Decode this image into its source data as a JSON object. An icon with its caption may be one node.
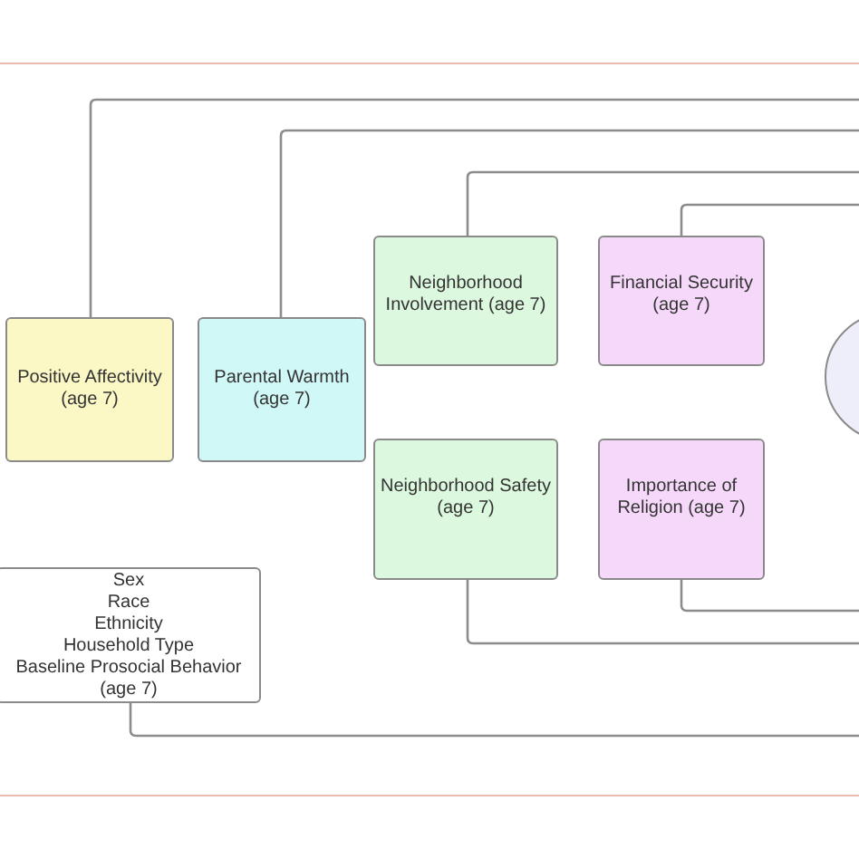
{
  "diagram": {
    "nodes": [
      {
        "text": [
          "Positive Affectivity (age 7)"
        ]
      },
      {
        "text": [
          "Parental Warmth (age 7)"
        ]
      },
      {
        "text": [
          "Neighborhood Involvement (age 7)"
        ]
      },
      {
        "text": [
          "Financial Security (age 7)"
        ]
      },
      {
        "text": [
          "Neighborhood Safety (age 7)"
        ]
      },
      {
        "text": [
          "Importance of Religion (age 7)"
        ]
      },
      {
        "text": [
          "Sex",
          "Race",
          "Ethnicity",
          "Household Type",
          "Baseline Prosocial Behavior (age 7)"
        ]
      },
      {
        "text": [],
        "shape": "circle"
      }
    ],
    "edges": [
      {
        "from": 0,
        "to": null,
        "arrow": "none"
      },
      {
        "from": 1,
        "to": null,
        "arrow": "none"
      },
      {
        "from": 2,
        "to": null,
        "arrow": "none"
      },
      {
        "from": 3,
        "to": null,
        "arrow": "none"
      },
      {
        "from": 4,
        "to": null,
        "arrow": "none"
      },
      {
        "from": 5,
        "to": null,
        "arrow": "none"
      },
      {
        "from": 6,
        "to": null,
        "arrow": "none"
      }
    ]
  }
}
